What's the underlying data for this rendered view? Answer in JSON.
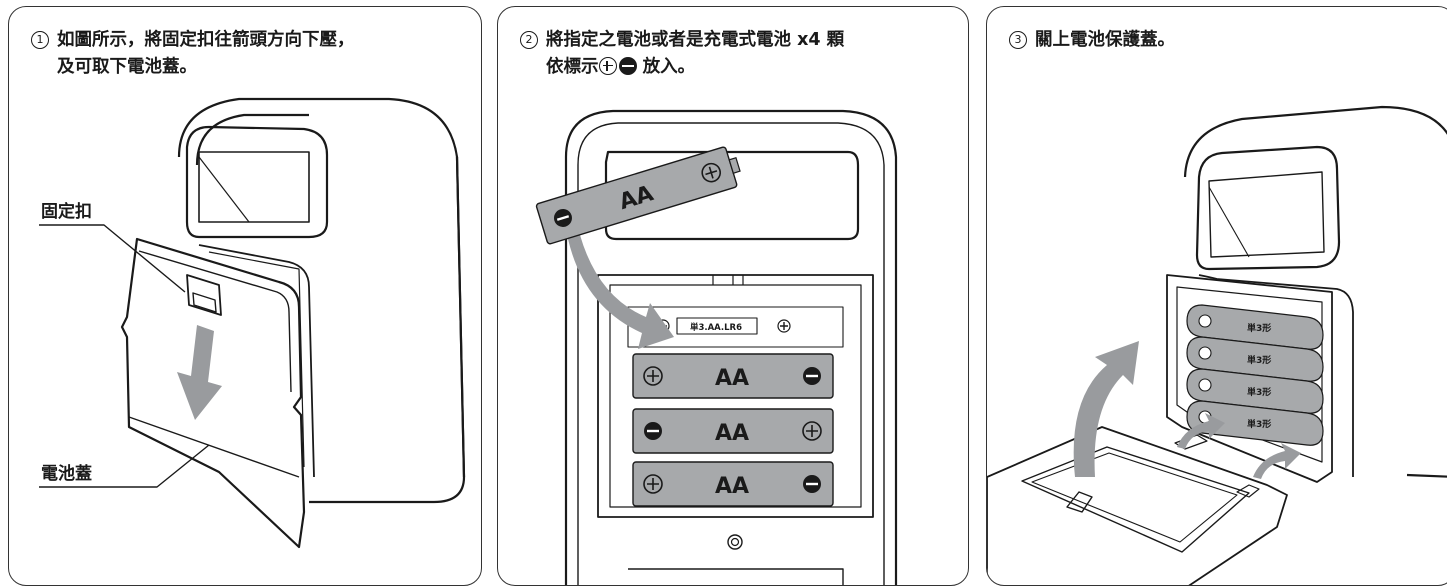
{
  "steps": [
    {
      "number": "1",
      "line1": "如圖所示，將固定扣往箭頭方向下壓，",
      "line2": "及可取下電池蓋。",
      "callouts": {
        "clip": "固定扣",
        "cover": "電池蓋"
      }
    },
    {
      "number": "2",
      "line1": "將指定之電池或者是充電式電池 x4 顆",
      "line2_prefix": "依標示",
      "line2_suffix": "放入。",
      "compartment_label": "単3.AA.LR6",
      "battery_label": "AA",
      "icons": [
        "plus-icon",
        "minus-icon"
      ]
    },
    {
      "number": "3",
      "line1": "關上電池保護蓋。",
      "battery_marking": "単3形"
    }
  ],
  "colors": {
    "line": "#1a1a1a",
    "battery": "#a7a9ab",
    "arrow": "#999b9e",
    "outline": "#333333"
  }
}
